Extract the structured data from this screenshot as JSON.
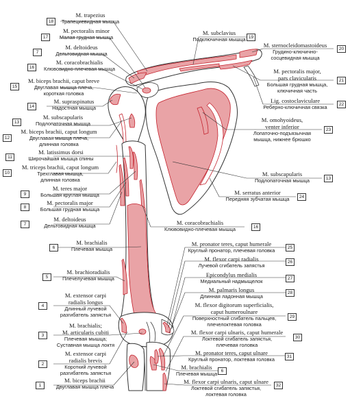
{
  "colors": {
    "muscle": "#e9a3a6",
    "muscle_dark": "#c4222d",
    "bone": "#ffffff",
    "outline": "#333333"
  },
  "labels": {
    "1": {
      "num": "1",
      "lat": "M. biceps brachii",
      "ru": [
        "Двуглавая мышца плеча"
      ]
    },
    "2": {
      "num": "2",
      "lat": [
        "M. extensor carpi",
        "radialis brevis"
      ],
      "ru": [
        "Короткий лучевой",
        "разгибатель запястья"
      ]
    },
    "3": {
      "num": "3",
      "lat": [
        "M. brachialis;",
        "M. articularis cubiti"
      ],
      "ru": [
        "Плечевая мышца;",
        "Суставная мышца локтя"
      ]
    },
    "4": {
      "num": "4",
      "lat": [
        "M. extensor carpi",
        "radialis longus"
      ],
      "ru": [
        "Длинный лучевой",
        "разгибатель запястья"
      ]
    },
    "5": {
      "num": "5",
      "lat": "M. brachioradialis",
      "ru": [
        "Плечелучевая мышца"
      ]
    },
    "6": {
      "num": "6",
      "lat": "M. brachialis",
      "ru": [
        "Плечевая мышца"
      ]
    },
    "6b": {
      "num": "6",
      "lat": "M. brachialis",
      "ru": [
        "Плечевая мышца"
      ]
    },
    "7": {
      "num": "7",
      "lat": "M. deltoideus",
      "ru": [
        "Дельтовидная мышца"
      ]
    },
    "7b": {
      "num": "7",
      "lat": "M. deltoideus",
      "ru": [
        "Дельтовидная мышца"
      ]
    },
    "8": {
      "num": "8",
      "lat": "M. pectoralis major",
      "ru": [
        "Большая грудная мышца"
      ]
    },
    "9": {
      "num": "9",
      "lat": "M. teres major",
      "ru": [
        "Большая круглая мышца"
      ]
    },
    "10": {
      "num": "10",
      "lat": "M. triceps brachii, caput longum",
      "ru": [
        "Трехглавая мышца,",
        "длинная головка"
      ]
    },
    "11": {
      "num": "11",
      "lat": "M. latissimus dorsi",
      "ru": [
        "Широчайшая мышца спины"
      ]
    },
    "12": {
      "num": "12",
      "lat": "M. biceps brachii, caput longum",
      "ru": [
        "Двуглавая мышца плеча,",
        "длинная головка"
      ]
    },
    "13": {
      "num": "13",
      "lat": "M. subscapularis",
      "ru": [
        "Подлопаточная мышца"
      ]
    },
    "13b": {
      "num": "13",
      "lat": "M. subscapularis",
      "ru": [
        "Подлопаточная мышца"
      ]
    },
    "14": {
      "num": "14",
      "lat": "M. supraspinatus",
      "ru": [
        "Надостная мышца"
      ]
    },
    "15": {
      "num": "15",
      "lat": "M. biceps brachii, caput breve",
      "ru": [
        "Двуглавая мышца плеча,",
        "короткая головка"
      ]
    },
    "16": {
      "num": "16",
      "lat": "M. coracobrachialis",
      "ru": [
        "Клювовидно-плечевая мышца"
      ]
    },
    "16b": {
      "num": "16",
      "lat": "M. coracobrachialis",
      "ru": [
        "Клювовидно-плечевая мышца"
      ]
    },
    "17": {
      "num": "17",
      "lat": "M. pectoralis minor",
      "ru": [
        "Малая грудная мышца"
      ]
    },
    "18": {
      "num": "18",
      "lat": "M. trapezius",
      "ru": [
        "Трапециевидная мышца"
      ]
    },
    "19": {
      "num": "19",
      "lat": "M. subclavius",
      "ru": [
        "Подключичная мышца"
      ]
    },
    "20": {
      "num": "20",
      "lat": "M. sternocleidomastoideus",
      "ru": [
        "Грудино-ключично-",
        "сосцевидная мышца"
      ]
    },
    "21": {
      "num": "21",
      "lat": [
        "M. pectoralis major,",
        "pars clavicularis"
      ],
      "ru": [
        "Большая грудная мышца,",
        "ключичная часть"
      ]
    },
    "22": {
      "num": "22",
      "lat": "Lig. costoclaviculare",
      "ru": [
        "Реберно-ключичная связка"
      ]
    },
    "23": {
      "num": "23",
      "lat": [
        "M. omohyoideus,",
        "venter inferior"
      ],
      "ru": [
        "Лопаточно-подъязычная",
        "мышца, нижнее брюшко"
      ]
    },
    "24": {
      "num": "24",
      "lat": "M. serratus anterior",
      "ru": [
        "Передняя зубчатая мышца"
      ]
    },
    "25": {
      "num": "25",
      "lat": "M. pronator teres, caput humerale",
      "ru": [
        "Круглый пронатор, плечевая головка"
      ]
    },
    "26": {
      "num": "26",
      "lat": "M. flexor carpi radialis",
      "ru": [
        "Лучевой сгибатель запястья"
      ]
    },
    "27": {
      "num": "27",
      "lat": "Epicondylus medialis",
      "ru": [
        "Медиальный надмыщелок"
      ]
    },
    "28": {
      "num": "28",
      "lat": "M. palmaris longus",
      "ru": [
        "Длинная ладонная мышца"
      ]
    },
    "29": {
      "num": "29",
      "lat": [
        "M. flexor digitorum superficialis,",
        "caput humeroulnare"
      ],
      "ru": [
        "Поверхностный сгибатель пальцев,",
        "плечелоктевая головка"
      ]
    },
    "30": {
      "num": "30",
      "lat": "M. flexor carpi ulnaris, caput humerale",
      "ru": [
        "Локтевой сгибатель запястья,",
        "плечевая головка"
      ]
    },
    "31": {
      "num": "31",
      "lat": "M. pronator teres, caput ulnare",
      "ru": [
        "Круглый пронатор, локтевая головка"
      ]
    },
    "32": {
      "num": "32",
      "lat": "M. flexor carpi ulnaris, caput ulnare",
      "ru": [
        "Локтевой сгибатель запястья,",
        "локтевая головка"
      ]
    }
  }
}
